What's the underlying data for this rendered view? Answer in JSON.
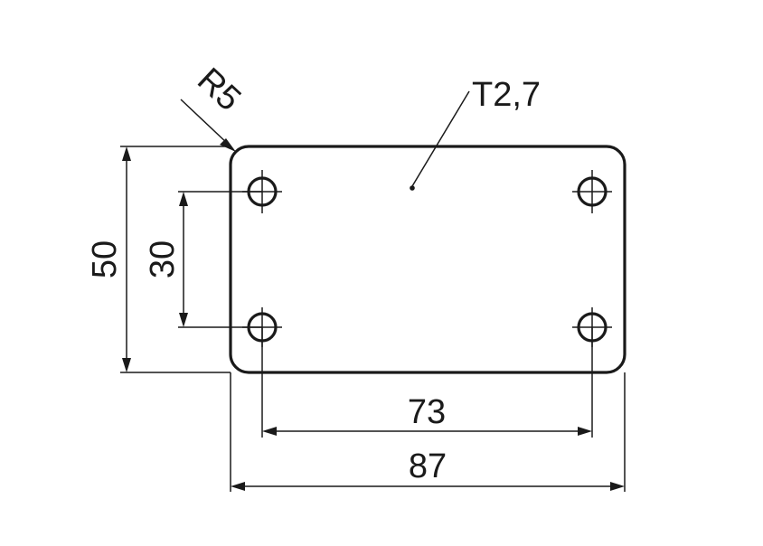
{
  "drawing": {
    "thickness_label": "T2,7",
    "corner_radius_label": "R5",
    "height_outer_label": "50",
    "height_holes_label": "30",
    "width_holes_label": "73",
    "width_outer_label": "87",
    "line_color": "#1a1a1a",
    "background_color": "#ffffff"
  }
}
